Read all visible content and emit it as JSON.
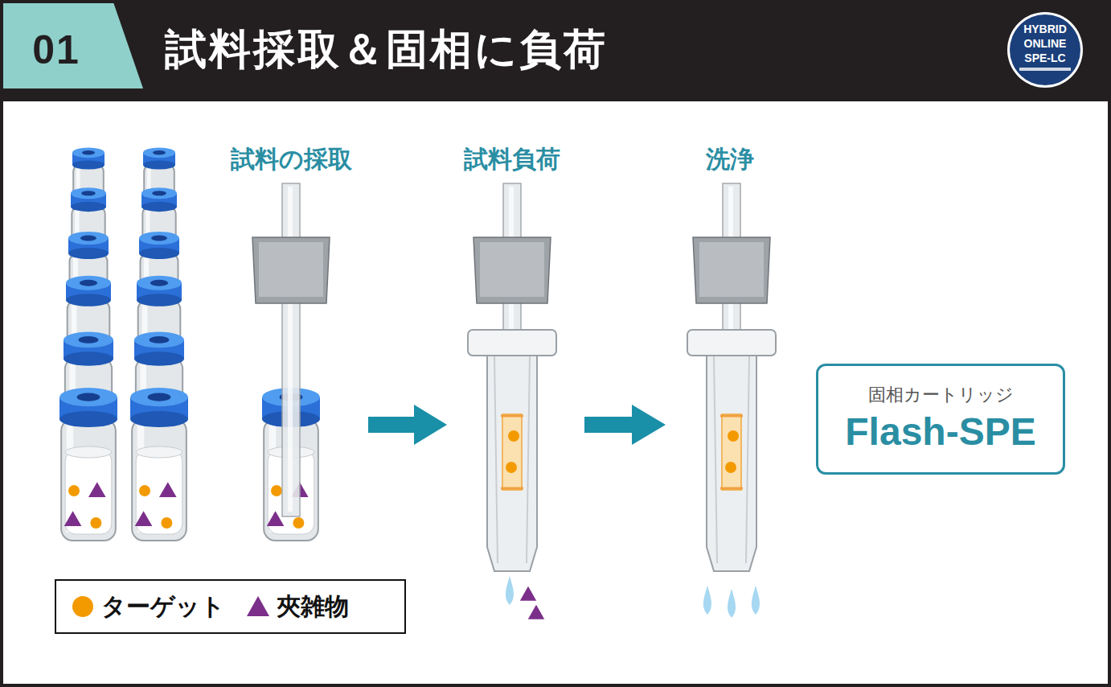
{
  "diagram": {
    "title": "試料採取＆固相に負荷",
    "nodes": [
      {
        "text": [
          "固相カートリッジ",
          "Flash-SPE"
        ]
      }
    ],
    "labels": [
      "01",
      "HYBRID",
      "ONLINE",
      "SPE-LC",
      "試料の採取",
      "試料負荷",
      "洗浄"
    ],
    "legend": [
      {
        "text": "ターゲット"
      },
      {
        "text": "夾雑物"
      }
    ]
  }
}
